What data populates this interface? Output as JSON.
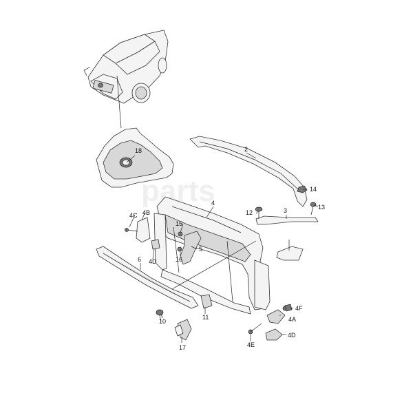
{
  "diagram": {
    "labels": {
      "p2": "2",
      "p3": "3",
      "p4": "4",
      "p4a": "4A",
      "p4b": "4B",
      "p4c": "4C",
      "p4d_left": "4D",
      "p4d_right": "4D",
      "p4e": "4E",
      "p4f": "4F",
      "p5": "5",
      "p6": "6",
      "p10": "10",
      "p11": "11",
      "p12": "12",
      "p13": "13",
      "p14": "14",
      "p15": "15",
      "p16": "16",
      "p17": "17",
      "p18": "18"
    },
    "watermark": "parts"
  }
}
